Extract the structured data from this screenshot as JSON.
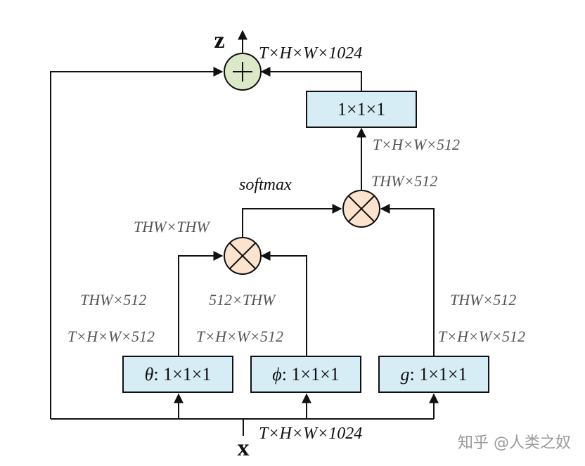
{
  "colors": {
    "box_fill": "#d7edf6",
    "mult_fill": "#fbe3cd",
    "add_fill": "#dbe9c8",
    "stroke": "#111111",
    "label": "#555555"
  },
  "nodes": {
    "output_var": "z",
    "input_var": "x",
    "add_symbol": "+",
    "mult_symbol": "×",
    "out_conv": "1×1×1",
    "theta_conv": {
      "name": "θ",
      "rest": ": 1×1×1"
    },
    "phi_conv": {
      "name": "ϕ",
      "rest": ": 1×1×1"
    },
    "g_conv": {
      "name": "g",
      "rest": ": 1×1×1"
    }
  },
  "labels": {
    "top_dim": "T×H×W×1024",
    "bottom_dim": "T×H×W×1024",
    "out_conv_in": "T×H×W×512",
    "mult2_out": "THW×512",
    "softmax": "softmax",
    "mult1_out": "THW×THW",
    "theta_reshape": "THW×512",
    "theta_out": "T×H×W×512",
    "phi_reshape": "512×THW",
    "phi_out": "T×H×W×512",
    "g_reshape": "THW×512",
    "g_out": "T×H×W×512"
  },
  "watermark": "知乎 @人类之奴"
}
